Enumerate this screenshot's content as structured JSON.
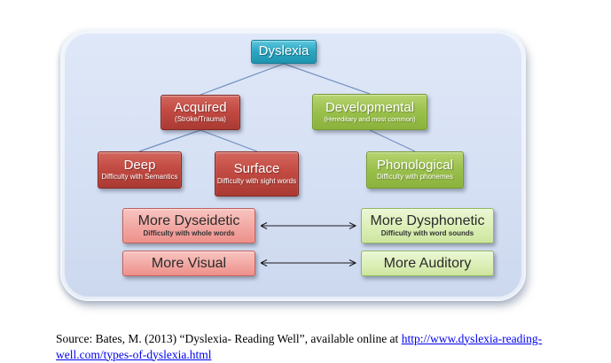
{
  "diagram": {
    "panel_color": "#d6e0f4",
    "connector_color": "#7590c0",
    "arrow_color": "#1a1a1a",
    "nodes": {
      "dyslexia": {
        "label": "Dyslexia",
        "color": "#2aa6c2"
      },
      "acquired": {
        "label": "Acquired",
        "subtitle": "(Stroke/Trauma)",
        "color": "#c24a42"
      },
      "developmental": {
        "label": "Developmental",
        "subtitle": "(Hereditary and most common)",
        "color": "#9cc14e"
      },
      "deep": {
        "label": "Deep",
        "subtitle": "Difficulty with Semantics",
        "color": "#c24a42"
      },
      "surface": {
        "label": "Surface",
        "subtitle": "Difficulty with sight words",
        "color": "#c24a42"
      },
      "phonological": {
        "label": "Phonological",
        "subtitle": "Difficulty with phonemes",
        "color": "#9cc14e"
      },
      "more_dyseidetic": {
        "label": "More Dyseidetic",
        "subtitle": "Difficulty with whole words",
        "color": "#f2a7a2"
      },
      "more_dysphonetic": {
        "label": "More Dysphonetic",
        "subtitle": "Difficulty with word sounds",
        "color": "#dcefb6"
      },
      "more_visual": {
        "label": "More Visual",
        "color": "#f2a7a2"
      },
      "more_auditory": {
        "label": "More Auditory",
        "color": "#dcefb6"
      }
    }
  },
  "source": {
    "prefix": "Source: Bates, M. (2013) “Dyslexia- Reading Well”, available online at ",
    "link_text": "http://www.dyslexia-reading-well.com/types-of-dyslexia.html",
    "link_color": "#0000ee"
  }
}
